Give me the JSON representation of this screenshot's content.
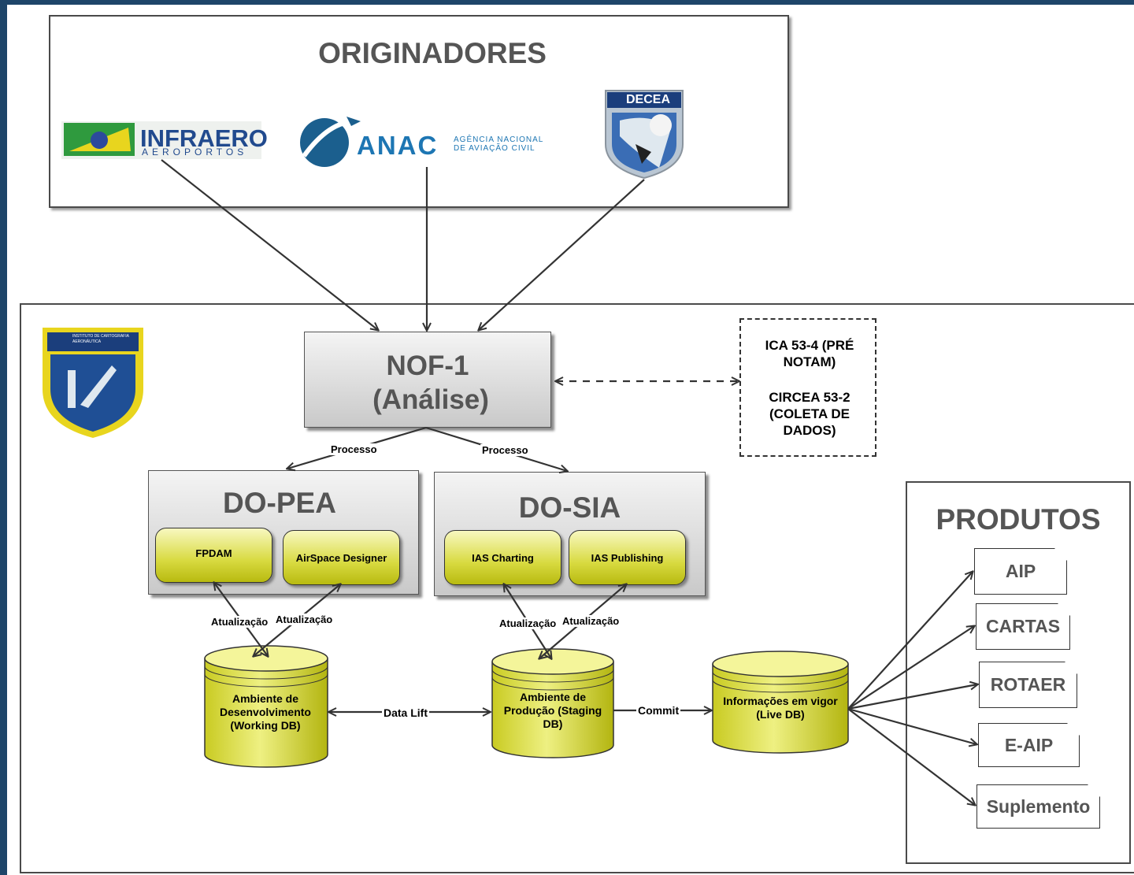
{
  "originadores": {
    "title": "ORIGINADORES",
    "infraero": {
      "name": "INFRAERO",
      "sub": "AEROPORTOS"
    },
    "anac": {
      "name": "ANAC",
      "sub_line1": "AGÊNCIA NACIONAL",
      "sub_line2": "DE AVIAÇÃO CIVIL"
    },
    "decea": {
      "name": "DECEA"
    }
  },
  "ica_logo": {
    "caption": "INSTITUTO DE CARTOGRAFIA AERONÁUTICA"
  },
  "nof": {
    "line1": "NOF-1",
    "line2": "(Análise)"
  },
  "note": {
    "text1": "ICA 53-4 (PRÉ NOTAM)",
    "text2": "CIRCEA 53-2 (COLETA DE DADOS)"
  },
  "edges": {
    "processo_left": "Processo",
    "processo_right": "Processo",
    "atualizacao": "Atualização",
    "data_lift": "Data Lift",
    "commit": "Commit"
  },
  "dopea": {
    "title": "DO-PEA",
    "tools": [
      "FPDAM",
      "AirSpace Designer"
    ]
  },
  "dosia": {
    "title": "DO-SIA",
    "tools": [
      "IAS Charting",
      "IAS Publishing"
    ]
  },
  "databases": {
    "working": "Ambiente de Desenvolvimento (Working DB)",
    "staging": "Ambiente de Produção (Staging DB)",
    "live": "Informações em vigor (Live DB)"
  },
  "produtos": {
    "title": "PRODUTOS",
    "items": [
      "AIP",
      "CARTAS",
      "ROTAER",
      "E-AIP",
      "Suplemento"
    ]
  },
  "colors": {
    "frame": "#1e4569",
    "tool_yellow": "#d8da40",
    "title_gray": "#555555"
  }
}
